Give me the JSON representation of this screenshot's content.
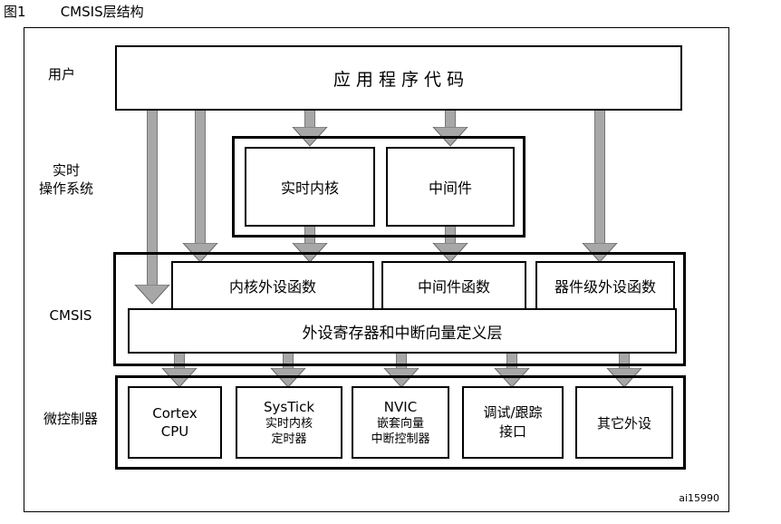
{
  "figure": {
    "number": "图1",
    "caption": "CMSIS层结构",
    "code": "ai15990"
  },
  "layers": {
    "user": "用户",
    "rtos": [
      "实时",
      "操作系统"
    ],
    "cmsis": "CMSIS",
    "mcu": "微控制器"
  },
  "boxes": {
    "app_code": "应 用 程 序 代 码",
    "rt_kernel": "实时内核",
    "middleware": "中间件",
    "core_periph_func": "内核外设函数",
    "middleware_func": "中间件函数",
    "device_periph_func": "器件级外设函数",
    "periph_reg_layer": "外设寄存器和中断向量定义层",
    "cortex": [
      "Cortex",
      "CPU"
    ],
    "systick": [
      "SysTick",
      "实时内核",
      "定时器"
    ],
    "nvic": [
      "NVIC",
      "嵌套向量",
      "中断控制器"
    ],
    "debug": [
      "调试/跟踪",
      "接口"
    ],
    "other": "其它外设"
  },
  "colors": {
    "arrow_fill": "#a7a7a7",
    "arrow_edge": "#777777",
    "border": "#000000"
  }
}
